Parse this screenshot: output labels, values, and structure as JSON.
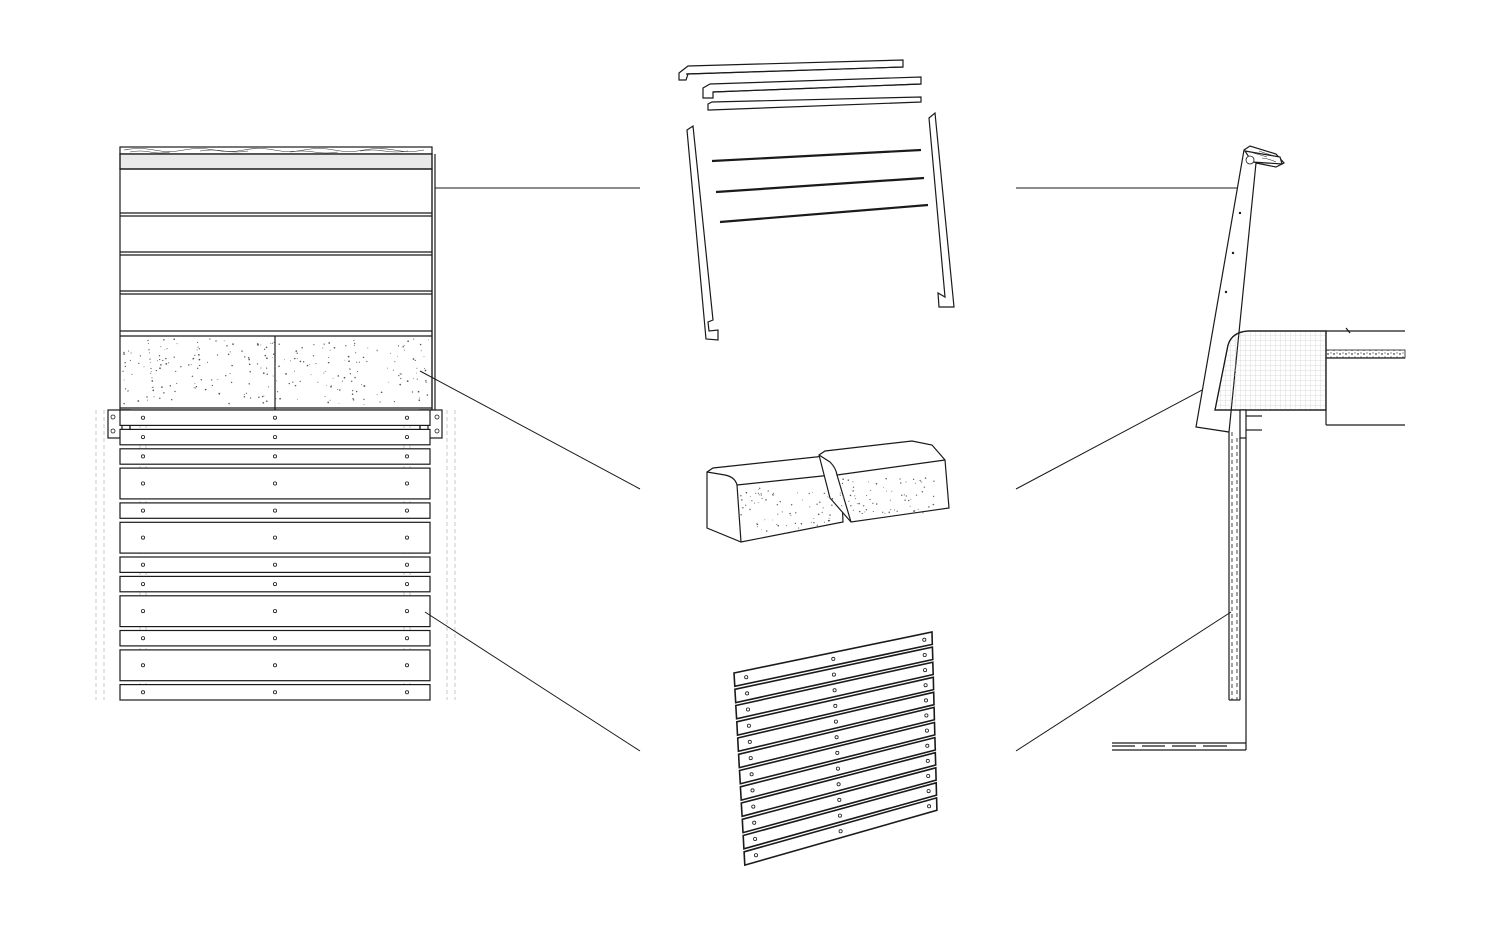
{
  "drawing": {
    "background": "#ffffff",
    "ink": "#1a1a1a",
    "components": [
      {
        "name": "handrail",
        "row": 1
      },
      {
        "name": "concrete-curb-blocks",
        "row": 2
      },
      {
        "name": "timber-sheathing-planks",
        "row": 3
      }
    ],
    "views": [
      "front-elevation",
      "exploded-isometric",
      "side-section"
    ],
    "elevation_planks": [
      1,
      1,
      1,
      2,
      1,
      2,
      1,
      1,
      2,
      1,
      2,
      1
    ],
    "isometric_planks": 12
  }
}
